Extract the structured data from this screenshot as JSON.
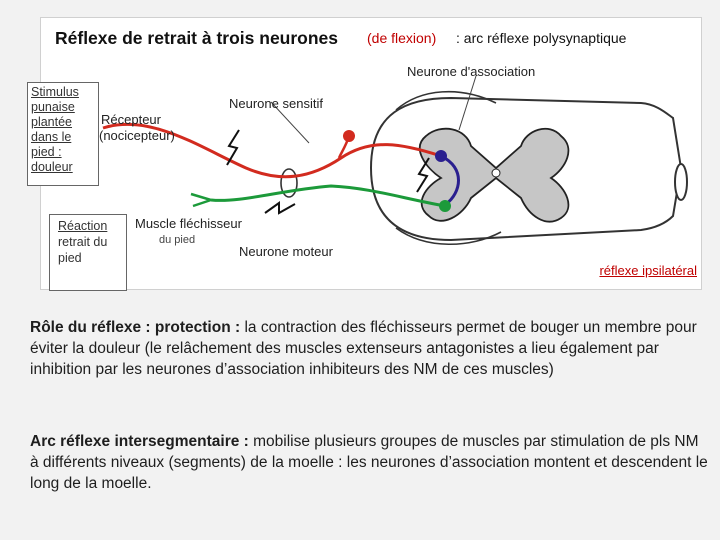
{
  "figure": {
    "title_main": "Réflexe de retrait à trois neurones",
    "title_red": "(de flexion)",
    "title_rest": ": arc réflexe polysynaptique",
    "labels": {
      "association": "Neurone d'association",
      "sensitif": "Neurone sensitif",
      "recepteur_1": "Récepteur",
      "recepteur_2": "(nocicepteur)",
      "muscle": "Muscle fléchisseur",
      "du_pied": "du pied",
      "moteur": "Neurone moteur"
    },
    "stimulus_lines": [
      "Stimulus",
      "punaise",
      "plantée",
      "dans le",
      "pied :",
      "douleur"
    ],
    "reaction_lines": [
      "Réaction",
      "retrait du",
      "pied"
    ],
    "ipsilateral": "réflexe ipsilatéral",
    "colors": {
      "sensory": "#d22b1f",
      "association": "#2a1f8f",
      "motor": "#1c9a3a",
      "grey_matter": "#c6c6c6",
      "accent": "#c00000"
    }
  },
  "paragraphs": {
    "p1_bold": "Rôle du réflexe : protection :",
    "p1_text": " la contraction des fléchisseurs permet de bouger un membre pour éviter la douleur (le relâchement des muscles extenseurs antagonistes a lieu également par inhibition par les neurones d’association inhibiteurs des NM de ces muscles)",
    "p2_bold": "Arc réflexe intersegmentaire :",
    "p2_text": " mobilise plusieurs groupes de muscles par stimulation de pls NM à différents niveaux (segments) de la moelle : les neurones d’association montent et descendent le long de la moelle."
  }
}
